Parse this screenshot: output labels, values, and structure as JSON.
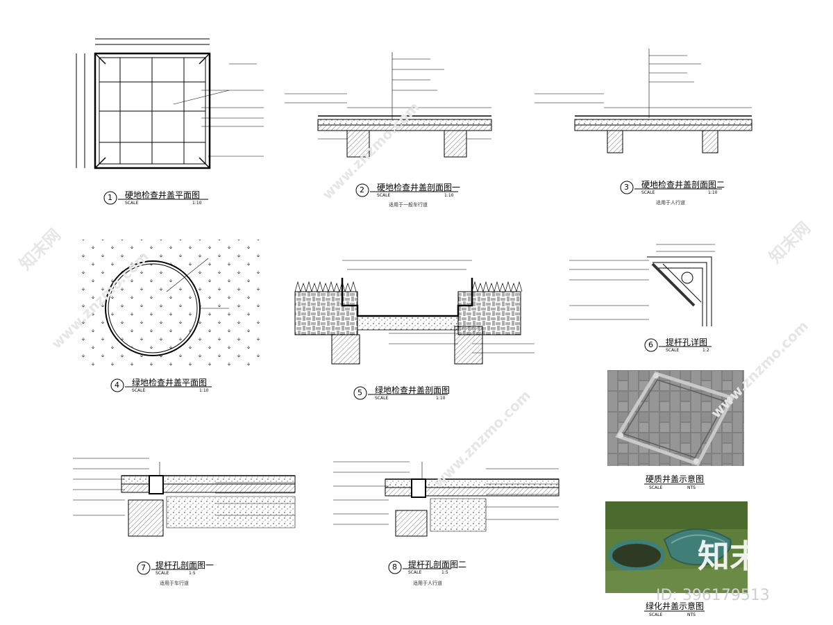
{
  "drawings": [
    {
      "num": "1",
      "title": "硬地检查井盖平面图",
      "scale_label": "SCALE",
      "scale_value": "1:10",
      "note": ""
    },
    {
      "num": "2",
      "title": "硬地检查井盖剖面图一",
      "scale_label": "SCALE",
      "scale_value": "1:10",
      "note": "适用于一般车行道"
    },
    {
      "num": "3",
      "title": "硬地检查井盖剖面图二",
      "scale_label": "SCALE",
      "scale_value": "1:10",
      "note": "适用于人行道"
    },
    {
      "num": "4",
      "title": "绿地检查井盖平面图",
      "scale_label": "SCALE",
      "scale_value": "1:10",
      "note": ""
    },
    {
      "num": "5",
      "title": "绿地检查井盖剖面图",
      "scale_label": "SCALE",
      "scale_value": "1:10",
      "note": ""
    },
    {
      "num": "6",
      "title": "提杆孔详图",
      "scale_label": "SCALE",
      "scale_value": "1:2",
      "note": ""
    },
    {
      "num": "7",
      "title": "提杆孔剖面图一",
      "scale_label": "SCALE",
      "scale_value": "1:5",
      "note": "适用于车行道"
    },
    {
      "num": "8",
      "title": "提杆孔剖面图二",
      "scale_label": "SCALE",
      "scale_value": "1:5",
      "note": "适用于人行道"
    }
  ],
  "photos": [
    {
      "title": "硬质井盖示意图",
      "scale_label": "SCALE",
      "scale_value": "NTS"
    },
    {
      "title": "绿化井盖示意图",
      "scale_label": "SCALE",
      "scale_value": "NTS"
    }
  ],
  "watermark": {
    "site": "www.znzmo.com",
    "brand": "知末网",
    "logo_text": "知末",
    "id_text": "ID: 396179513"
  },
  "colors": {
    "line": "#000000",
    "hatch": "#555555",
    "paver": "#8a8a8a",
    "grass": "#5a7a3a",
    "cover": "#3f7f78"
  }
}
